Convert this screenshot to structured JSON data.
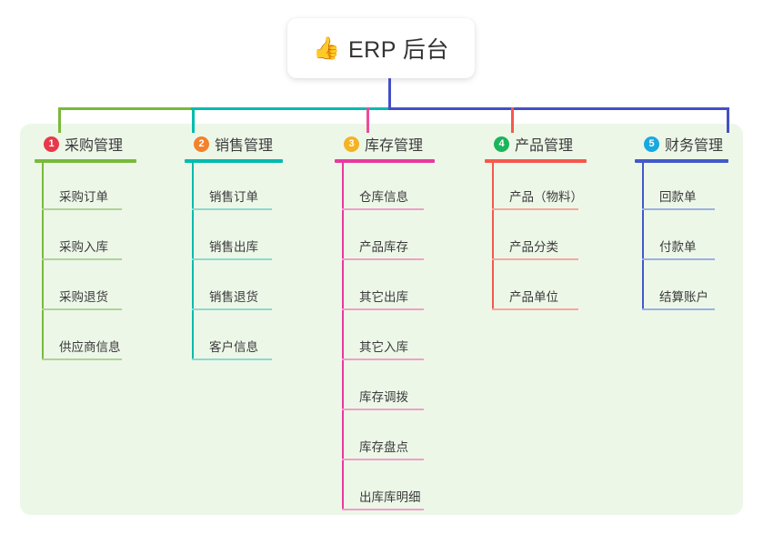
{
  "root": {
    "icon": "thumbs-up-icon",
    "icon_glyph": "👍",
    "title": "ERP 后台"
  },
  "theme": {
    "page_background": "#ffffff",
    "panel_background": "#edf7e8",
    "trunk_color": "#4450c4",
    "text_color": "#3b3b3b"
  },
  "columns": [
    {
      "number": "1",
      "title": "采购管理",
      "badge_color": "#e8394a",
      "accent": "#79b93c",
      "leaf_accent": "#aed396",
      "connector_color": "#79b93c",
      "items": [
        {
          "label": "采购订单"
        },
        {
          "label": "采购入库"
        },
        {
          "label": "采购退货"
        },
        {
          "label": "供应商信息"
        }
      ]
    },
    {
      "number": "2",
      "title": "销售管理",
      "badge_color": "#f4812b",
      "accent": "#00bcae",
      "leaf_accent": "#8fd9cf",
      "connector_color": "#00bcae",
      "items": [
        {
          "label": "销售订单"
        },
        {
          "label": "销售出库"
        },
        {
          "label": "销售退货"
        },
        {
          "label": "客户信息"
        }
      ]
    },
    {
      "number": "3",
      "title": "库存管理",
      "badge_color": "#f5b323",
      "accent": "#e8399e",
      "leaf_accent": "#f0a0c8",
      "connector_color": "#ee4b9b",
      "items": [
        {
          "label": "仓库信息"
        },
        {
          "label": "产品库存"
        },
        {
          "label": "其它出库"
        },
        {
          "label": "其它入库"
        },
        {
          "label": "库存调拨"
        },
        {
          "label": "库存盘点"
        },
        {
          "label": "出库库明细"
        }
      ]
    },
    {
      "number": "4",
      "title": "产品管理",
      "badge_color": "#1bb55c",
      "accent": "#f4584e",
      "leaf_accent": "#f8a79c",
      "connector_color": "#f4584e",
      "items": [
        {
          "label": "产品（物料）"
        },
        {
          "label": "产品分类"
        },
        {
          "label": "产品单位"
        }
      ]
    },
    {
      "number": "5",
      "title": "财务管理",
      "badge_color": "#17a9e0",
      "accent": "#4159c9",
      "leaf_accent": "#9cb0e3",
      "connector_color": "#4450c4",
      "items": [
        {
          "label": "回款单"
        },
        {
          "label": "付款单"
        },
        {
          "label": "结算账户"
        }
      ]
    }
  ],
  "connectors": {
    "bus_segments": [
      {
        "name": "bus-left-green",
        "color": "#79b93c"
      },
      {
        "name": "bus-mid-teal",
        "color": "#00bcae"
      },
      {
        "name": "bus-right-indigo",
        "color": "#4450c4"
      }
    ]
  }
}
